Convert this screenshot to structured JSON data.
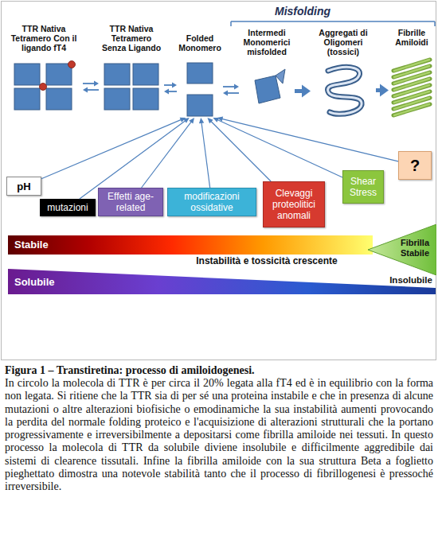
{
  "diagram": {
    "title": "Figura 1 – Transtiretina: processo di amiloidogenesi.",
    "caption": "In circolo la molecola di TTR è per circa il 20% legata alla fT4 ed è in equilibrio con la forma non legata. Si ritiene che la TTR sia di per sé una proteina instabile e che in presenza di alcune mutazioni o altre alterazioni biofisiche o emodinamiche la sua instabilità aumenti provocando la perdita del normale folding proteico e l'acquisizione di alterazioni strutturali che la portano progressivamente e irreversibilmente a depositarsi come fibrilla amiloide nei tessuti. In questo processo la molecola di TTR da solubile diviene insolubile e difficilmente aggredibile dai sistemi di clearence tissutali. Infine la fibrilla amiloide con la sua struttura Beta a foglietto pieghettato dimostra una notevole stabilità tanto che il processo di fibrillogenesi è pressoché irreversibile.",
    "nodes": [
      {
        "text": [
          "TTR Nativa Tetramero Con il ligando fT4"
        ]
      },
      {
        "text": [
          "TTR Nativa Tetramero Senza Ligando"
        ]
      },
      {
        "text": [
          "Folded Monomero"
        ]
      },
      {
        "text": [
          "Intermedi Monomerici misfolded"
        ]
      },
      {
        "text": [
          "Aggregati di Oligomeri (tossici)"
        ]
      },
      {
        "text": [
          "Fibrille Amiloidi"
        ]
      },
      {
        "text": [
          "pH"
        ]
      },
      {
        "text": [
          "mutazioni"
        ]
      },
      {
        "text": [
          "Effetti age-related"
        ]
      },
      {
        "text": [
          "modificazioni ossidative"
        ]
      },
      {
        "text": [
          "Clevaggi proteolitici anomali"
        ]
      },
      {
        "text": [
          "Shear Stress"
        ]
      },
      {
        "text": [
          "?"
        ]
      },
      {
        "text": [
          "Stabile"
        ]
      },
      {
        "text": [
          "Fibrilla Stabile"
        ]
      },
      {
        "text": [
          "Solubile"
        ]
      }
    ],
    "edges": [
      {
        "from": 0,
        "to": 1,
        "arrow": "both"
      },
      {
        "from": 1,
        "to": 2,
        "arrow": "both"
      },
      {
        "from": 2,
        "to": 3,
        "arrow": "both"
      },
      {
        "from": 3,
        "to": 4,
        "arrow": "to"
      },
      {
        "from": 4,
        "to": 5,
        "arrow": "to"
      },
      {
        "from": 6,
        "to": 2,
        "arrow": "to"
      },
      {
        "from": 7,
        "to": 2,
        "arrow": "to"
      },
      {
        "from": 8,
        "to": 2,
        "arrow": "to"
      },
      {
        "from": 9,
        "to": 2,
        "arrow": "to"
      },
      {
        "from": 10,
        "to": 2,
        "arrow": "to"
      },
      {
        "from": 11,
        "to": 2,
        "arrow": "to"
      },
      {
        "from": 12,
        "to": 2,
        "arrow": "to"
      }
    ],
    "labels": [
      "Misfolding",
      "Instabilità e tossicità crescente",
      "Insolubile"
    ]
  }
}
